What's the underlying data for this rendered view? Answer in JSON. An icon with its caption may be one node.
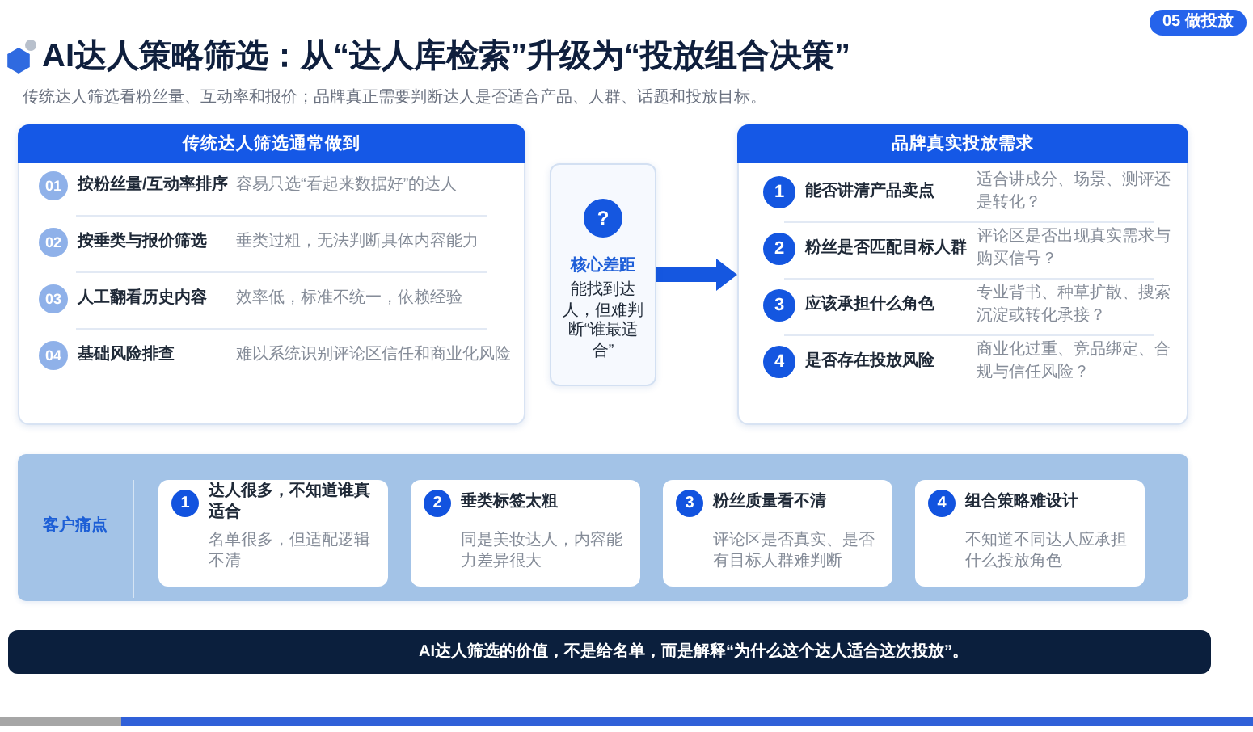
{
  "diagram": {
    "title": "AI达人策略筛选：从“达人库检索”升级为“投放组合决策”",
    "nodes": [
      {
        "text": [
          "传统达人筛选通常做到",
          "01",
          "按粉丝量/互动率排序",
          "容易只选“看起来数据好”的达人",
          "02",
          "按垂类与报价筛选",
          "垂类过粗，无法判断具体内容能力",
          "03",
          "人工翻看历史内容",
          "效率低，标准不统一，依赖经验",
          "04",
          "基础风险排查",
          "难以系统识别评论区信任和商业化风险"
        ]
      },
      {
        "text": [
          "?",
          "核心差距",
          "能找到达人，但难判断“谁最适合”"
        ]
      },
      {
        "text": [
          "品牌真实投放需求",
          "1",
          "能否讲清产品卖点",
          "适合讲成分、场景、测评还是转化？",
          "2",
          "粉丝是否匹配目标人群",
          "评论区是否出现真实需求与购买信号？",
          "3",
          "应该承担什么角色",
          "专业背书、种草扩散、搜索沉淀或转化承接？",
          "4",
          "是否存在投放风险",
          "商业化过重、竞品绑定、合规与信任风险？"
        ]
      },
      {
        "text": [
          "客户痛点"
        ]
      },
      {
        "text": [
          "1",
          "达人很多，不知道谁真适合",
          "名单很多，但适配逻辑不清"
        ],
        "in": 3
      },
      {
        "text": [
          "2",
          "垂类标签太粗",
          "同是美妆达人，内容能力差异很大"
        ],
        "in": 3
      },
      {
        "text": [
          "3",
          "粉丝质量看不清",
          "评论区是否真实、是否有目标人群难判断"
        ],
        "in": 3
      },
      {
        "text": [
          "4",
          "组合策略难设计",
          "不知道不同达人应承担什么投放角色"
        ],
        "in": 3
      },
      {
        "text": [
          "AI达人筛选的价值，不是给名单，而是解释“为什么这个达人适合这次投放”。"
        ]
      }
    ],
    "edges": [
      {
        "from": 1,
        "to": 2,
        "arrow": "to"
      }
    ],
    "labels": [
      "05 做投放",
      "传统达人筛选看粉丝量、互动率和报价；品牌真正需要判断达人是否适合产品、人群、话题和投放目标。"
    ]
  }
}
